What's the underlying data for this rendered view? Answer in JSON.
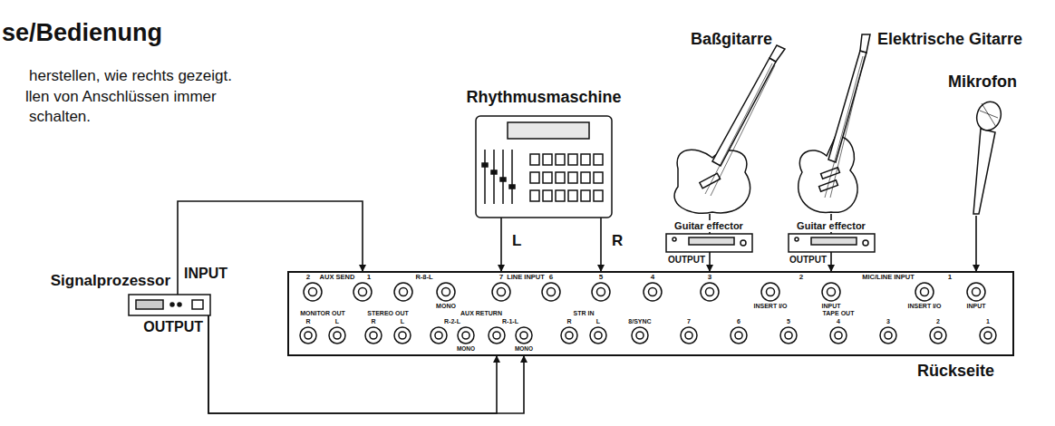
{
  "diagram": {
    "title": "se/Bedienung",
    "nodes": [
      {
        "text": [
          "Signalprozessor",
          "INPUT",
          "OUTPUT"
        ]
      },
      {
        "text": [
          "Rhythmusmaschine"
        ]
      },
      {
        "text": [
          "Baßgitarre"
        ]
      },
      {
        "text": [
          "Elektrische Gitarre"
        ]
      },
      {
        "text": [
          "Mikrofon"
        ]
      },
      {
        "text": [
          "Guitar effector",
          "OUTPUT"
        ]
      },
      {
        "text": [
          "Guitar effector",
          "OUTPUT"
        ]
      },
      {
        "text": [
          "Rückseite"
        ]
      }
    ],
    "edges": [
      {
        "from": 0,
        "to": 7,
        "arrow": "to"
      },
      {
        "from": 1,
        "to": 7,
        "label": "L",
        "arrow": "to"
      },
      {
        "from": 1,
        "to": 7,
        "label": "R",
        "arrow": "to"
      },
      {
        "from": 2,
        "to": 5,
        "arrow": "none"
      },
      {
        "from": 3,
        "to": 6,
        "arrow": "none"
      },
      {
        "from": 5,
        "to": 7,
        "arrow": "to"
      },
      {
        "from": 6,
        "to": 7,
        "arrow": "to"
      },
      {
        "from": 4,
        "to": 7,
        "arrow": "to"
      },
      {
        "from": 0,
        "to": 7,
        "arrow": "to"
      },
      {
        "from": 0,
        "to": 7,
        "arrow": "to"
      }
    ],
    "labels": [
      "herstellen, wie rechts gezeigt.",
      "llen von Anschlüssen immer",
      "schalten.",
      "AUX SEND",
      "2",
      "1",
      "R-8-L",
      "MONO",
      "LINE INPUT",
      "7",
      "6",
      "5",
      "4",
      "MIC/LINE INPUT",
      "3",
      "2",
      "INSERT I/O",
      "INPUT",
      "1",
      "INSERT I/O",
      "INPUT",
      "MONITOR OUT",
      "R",
      "L",
      "STEREO OUT",
      "R",
      "L",
      "AUX RETURN",
      "R-2-L",
      "MONO",
      "R-1-L",
      "MONO",
      "STR IN",
      "R",
      "L",
      "8/SYNC",
      "TAPE OUT",
      "7",
      "6",
      "5",
      "4",
      "3",
      "2",
      "1"
    ]
  }
}
